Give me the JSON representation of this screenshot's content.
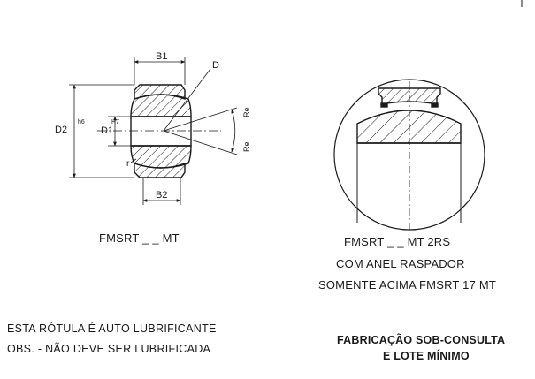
{
  "drawing_left": {
    "dims": {
      "b1": "B1",
      "b2": "B2",
      "d": "D",
      "d2": "D2",
      "h6": "h6",
      "d1": "D1",
      "h7": "H7",
      "re_top": "Re",
      "re_bottom": "Re",
      "r": "r"
    },
    "caption": "FMSRT _ _ MT"
  },
  "drawing_right": {
    "caption": "FMSRT _ _ MT 2RS",
    "line2": "COM ANEL RASPADOR",
    "line3": "SOMENTE ACIMA  FMSRT 17 MT"
  },
  "notes": {
    "line1": "ESTA RÓTULA É AUTO LUBRIFICANTE",
    "line2": "OBS. - NÃO DEVE SER LUBRIFICADA"
  },
  "fabrication": {
    "line1": "FABRICAÇÃO SOB-CONSULTA",
    "line2": "E LOTE MÍNIMO"
  },
  "colors": {
    "ink": "#1a1a1a",
    "paper": "#ffffff"
  }
}
